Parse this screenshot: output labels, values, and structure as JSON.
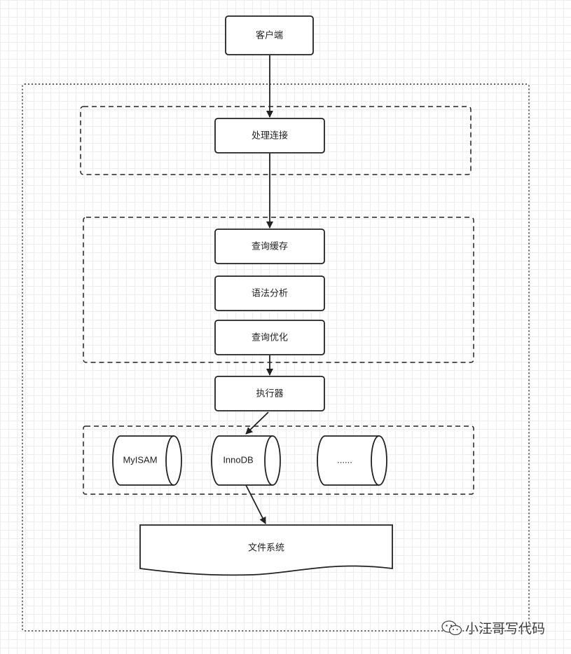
{
  "nodes": {
    "client": "客户端",
    "connection": "处理连接",
    "query_cache": "查询缓存",
    "parser": "语法分析",
    "optimizer": "查询优化",
    "executor": "执行器",
    "file_system": "文件系统"
  },
  "engines": {
    "myisam": "MyISAM",
    "innodb": "InnoDB",
    "more": "......"
  },
  "watermark": {
    "icon": "wechat-icon",
    "text": "小汪哥写代码"
  }
}
